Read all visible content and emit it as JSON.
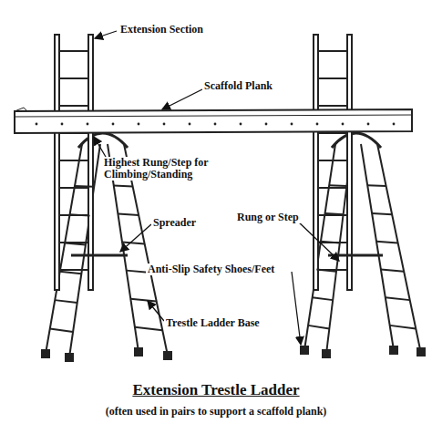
{
  "diagram": {
    "title": "Extension Trestle Ladder",
    "caption": "(often used in pairs to support a scaffold plank)",
    "labels": [
      "Extension Section",
      "Scaffold Plank",
      "Highest Rung/Step for Climbing/Standing",
      "Spreader",
      "Rung or Step",
      "Anti-Slip Safety Shoes/Feet",
      "Trestle Ladder Base"
    ]
  }
}
